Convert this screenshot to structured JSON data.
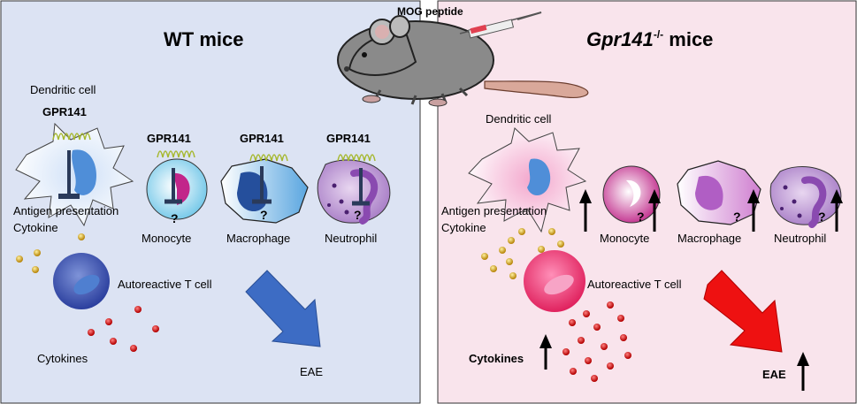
{
  "top_label": "MOG peptide",
  "wt": {
    "title": "WT mice",
    "dendritic_label": "Dendritic cell",
    "gpr141": "GPR141",
    "antigen_label": "Antigen presentation",
    "cytokine_label": "Cytokine",
    "monocyte": "Monocyte",
    "macrophage": "Macrophage",
    "neutrophil": "Neutrophil",
    "tcell": "Autoreactive T cell",
    "cytokines": "Cytokines",
    "eae": "EAE",
    "question": "?"
  },
  "ko": {
    "title_italic": "Gpr141",
    "title_sup": "-/-",
    "title_rest": " mice",
    "dendritic_label": "Dendritic cell",
    "antigen_label": "Antigen presentation",
    "cytokine_label": "Cytokine",
    "monocyte": "Monocyte",
    "macrophage": "Macrophage",
    "neutrophil": "Neutrophil",
    "tcell": "Autoreactive T cell",
    "cytokines": "Cytokines",
    "eae": "EAE",
    "question": "?"
  },
  "colors": {
    "wt_bg": "#dce3f3",
    "ko_bg": "#f9e4ec",
    "wt_arrow": "#3d6cc4",
    "ko_arrow": "#ee1111",
    "receptor": "#c8d84a"
  }
}
